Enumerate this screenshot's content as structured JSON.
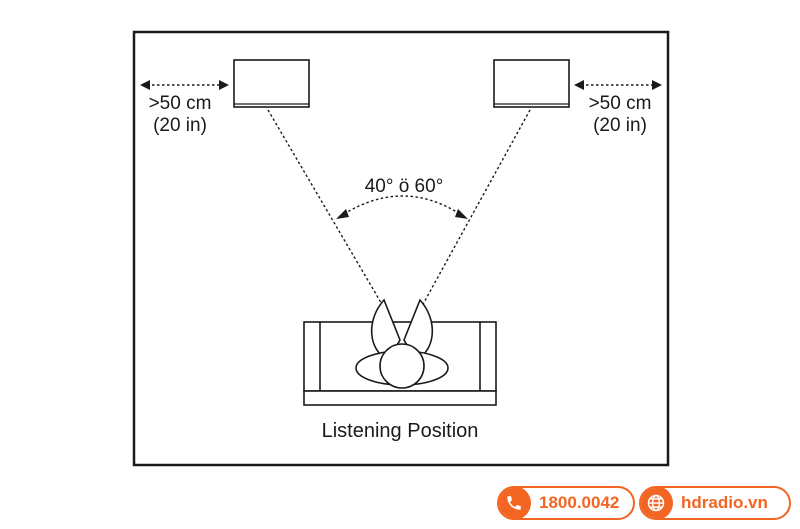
{
  "labels": {
    "distance_left_line1": ">50 cm",
    "distance_left_line2": "(20 in)",
    "distance_right_line1": ">50 cm",
    "distance_right_line2": "(20 in)",
    "angle": "40° ö 60°",
    "listening_position": "Listening Position"
  },
  "footer": {
    "phone": "1800.0042",
    "website": "hdradio.vn"
  },
  "colors": {
    "line": "#1a1a1a",
    "accent": "#f26522"
  },
  "icons": [
    "phone-icon",
    "globe-icon"
  ]
}
